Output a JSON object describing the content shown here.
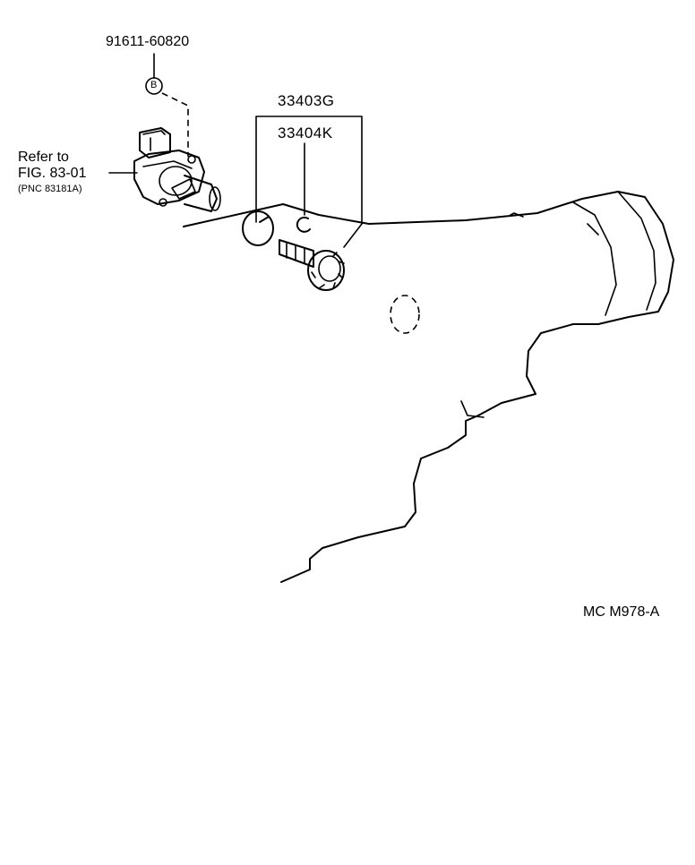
{
  "labels": {
    "part_top": "91611-60820",
    "bracket_top": "33403G",
    "bracket_bottom": "33404K",
    "refer_line1": "Refer to",
    "refer_line2": "FIG. 83-01",
    "refer_line3": "(PNC 83181A)",
    "bolt_marker": "B",
    "diagram_code": "MC M978-A"
  }
}
